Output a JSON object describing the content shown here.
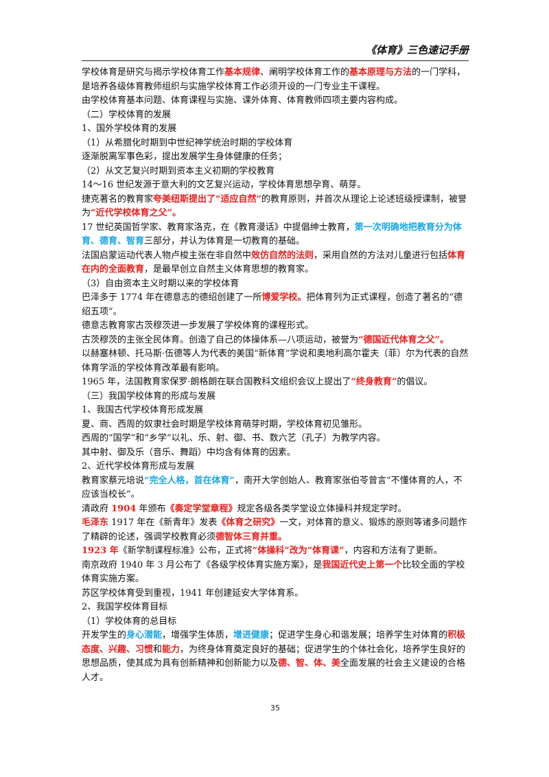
{
  "header": {
    "title": "《体育》三色速记手册"
  },
  "page_number": "35",
  "colors": {
    "red_highlight": "#e8211e",
    "blue_highlight": "#1aa6e6"
  },
  "paragraphs": [
    [
      {
        "t": "学校体育是研究与揭示学校体育工作"
      },
      {
        "t": "基本规律",
        "c": "red"
      },
      {
        "t": "、阐明学校体育工作的"
      },
      {
        "t": "基本原理与方法",
        "c": "red"
      },
      {
        "t": "的一门学科，是培养各级体育教师组织与实施学校体育工作必须开设的一门专业主干课程。"
      }
    ],
    [
      {
        "t": "由学校体育基本问题、体育课程与实施、课外体育、体育教师四项主要内容构成。"
      }
    ],
    [
      {
        "t": "（二）学校体育的发展"
      }
    ],
    [
      {
        "t": "1、国外学校体育的发展"
      }
    ],
    [
      {
        "t": "（1）从希腊化时期到中世纪神学统治时期的学校体育"
      }
    ],
    [
      {
        "t": "逐渐脱离军事色彩，提出发展学生身体健康的任务；"
      }
    ],
    [
      {
        "t": "（2）从文艺复兴时期到资本主义初期的学校教育"
      }
    ],
    [
      {
        "t": "14～16 世纪发源于意大利的文艺复兴运动，学校体育思想孕育、萌芽。"
      }
    ],
    [
      {
        "t": "捷克著名的教育家"
      },
      {
        "t": "夸美纽斯提出了“适应自然”",
        "c": "red"
      },
      {
        "t": "的教育原则，并首次从理论上论述班级授课制，被誉为"
      },
      {
        "t": "“近代学校体育之父”。",
        "c": "red"
      }
    ],
    [
      {
        "t": "17 世纪英国哲学家、教育家洛克，在《教育漫话》中提倡绅士教育，"
      },
      {
        "t": "第一次明确地把教育分为体育、德育、智育",
        "c": "blue"
      },
      {
        "t": "三部分，并认为体育是一切教育的基础。"
      }
    ],
    [
      {
        "t": "法国启蒙运动代表人物卢梭主张在非自然中"
      },
      {
        "t": "效仿自然的法则",
        "c": "red"
      },
      {
        "t": "，采用自然的方法对儿童进行包括"
      },
      {
        "t": "体育在内的全面教育",
        "c": "red"
      },
      {
        "t": "，是最早创立自然主义体育思想的教育家。"
      }
    ],
    [
      {
        "t": "（3）自由资本主义时期以来的学校体育"
      }
    ],
    [
      {
        "t": "巴泽多于 1774 年在德意志的德绍创建了一所"
      },
      {
        "t": "博爱学校。",
        "c": "red"
      },
      {
        "t": "把体育列为正式课程，创造了著名的“德绍五项”。"
      }
    ],
    [
      {
        "t": "德意志教育家古茨穆茨进一步发展了学校体育的课程形式。"
      }
    ],
    [
      {
        "t": "古茨穆茨的主张全民体育。创造了自己的体操体系—八项运动，被誉为"
      },
      {
        "t": "“德国近代体育之父”。",
        "c": "red"
      }
    ],
    [
      {
        "t": "以赫塞林顿、托马斯·伍德等人为代表的美国“新体育”学说和奥地利高尔霍夫（菲）尔为代表的自然体育学派的学校体育改革最有影响。"
      }
    ],
    [
      {
        "t": "1965 年，法国教育家保罗·朗格朗在联合国教科文组织会议上提出了"
      },
      {
        "t": "“终身教育”",
        "c": "red"
      },
      {
        "t": "的倡议。"
      }
    ],
    [
      {
        "t": "（三）我国学校体育的形成与发展"
      }
    ],
    [
      {
        "t": "1、我国古代学校体育形成发展"
      }
    ],
    [
      {
        "t": "夏、商、西周的奴隶社会时期是学校体育萌芽时期，学校体育初见雏形。"
      }
    ],
    [
      {
        "t": "西周的“国学”和“乡学”以礼、乐、射、御、书、数六艺（孔子）为教学内容。"
      }
    ],
    [
      {
        "t": "其中射、御及乐（音乐、舞蹈）中均含有体育的因素。"
      }
    ],
    [
      {
        "t": "2、近代学校体育形成与发展"
      }
    ],
    [
      {
        "t": "教育家蔡元培说"
      },
      {
        "t": "“完全人格，首在体育”",
        "c": "blue"
      },
      {
        "t": "，南开大学创始人、教育家张伯苓曾言“不懂体育的人，不应该当校长”。"
      }
    ],
    [
      {
        "t": "清政府 "
      },
      {
        "t": "1904",
        "c": "red"
      },
      {
        "t": " 年颁布"
      },
      {
        "t": "《奏定学堂章程》",
        "c": "red"
      },
      {
        "t": "规定各级各类学堂设立体操科并规定学时。"
      }
    ],
    [
      {
        "t": "毛泽东",
        "c": "red"
      },
      {
        "t": " 1917 年在《新青年》发表"
      },
      {
        "t": "《体育之研究》",
        "c": "red"
      },
      {
        "t": "一文，对体育的意义、锻炼的原则等诸多问题作了精辟的论述，强调学校教育必须"
      },
      {
        "t": "德智体三育并重。",
        "c": "red"
      }
    ],
    [
      {
        "t": "1923 年",
        "c": "red"
      },
      {
        "t": "《新学制课程标准》公布，正式将"
      },
      {
        "t": "“体操科”改为“体育课”",
        "c": "red"
      },
      {
        "t": "，内容和方法有了更新。"
      }
    ],
    [
      {
        "t": "南京政府 1940 年 3 月公布了《各级学校体育实施方案》，是"
      },
      {
        "t": "我国近代史上第一个",
        "c": "red"
      },
      {
        "t": "比较全面的学校体育实施方案。"
      }
    ],
    [
      {
        "t": "苏区学校体育受到重视，1941 年创建延安大学体育系。"
      }
    ],
    [
      {
        "t": "2、我国学校体育目标"
      }
    ],
    [
      {
        "t": "（1）学校体育的总目标"
      }
    ],
    [
      {
        "t": "开发学生的"
      },
      {
        "t": "身心潜能",
        "c": "blue"
      },
      {
        "t": "，增强学生体质，"
      },
      {
        "t": "增进健康",
        "c": "blue"
      },
      {
        "t": "；促进学生身心和谐发展；培养学生对体育的"
      },
      {
        "t": "积极态度、兴趣、习惯",
        "c": "red"
      },
      {
        "t": "和"
      },
      {
        "t": "能力",
        "c": "red"
      },
      {
        "t": "，为终身体育奠定良好的基础；促进学生的个体社会化，培养学生良好的思想品质，使其成为具有创新精神和创新能力以及"
      },
      {
        "t": "德、智、体、美",
        "c": "red"
      },
      {
        "t": "全面发展的社会主义建设的合格人才。"
      }
    ]
  ]
}
